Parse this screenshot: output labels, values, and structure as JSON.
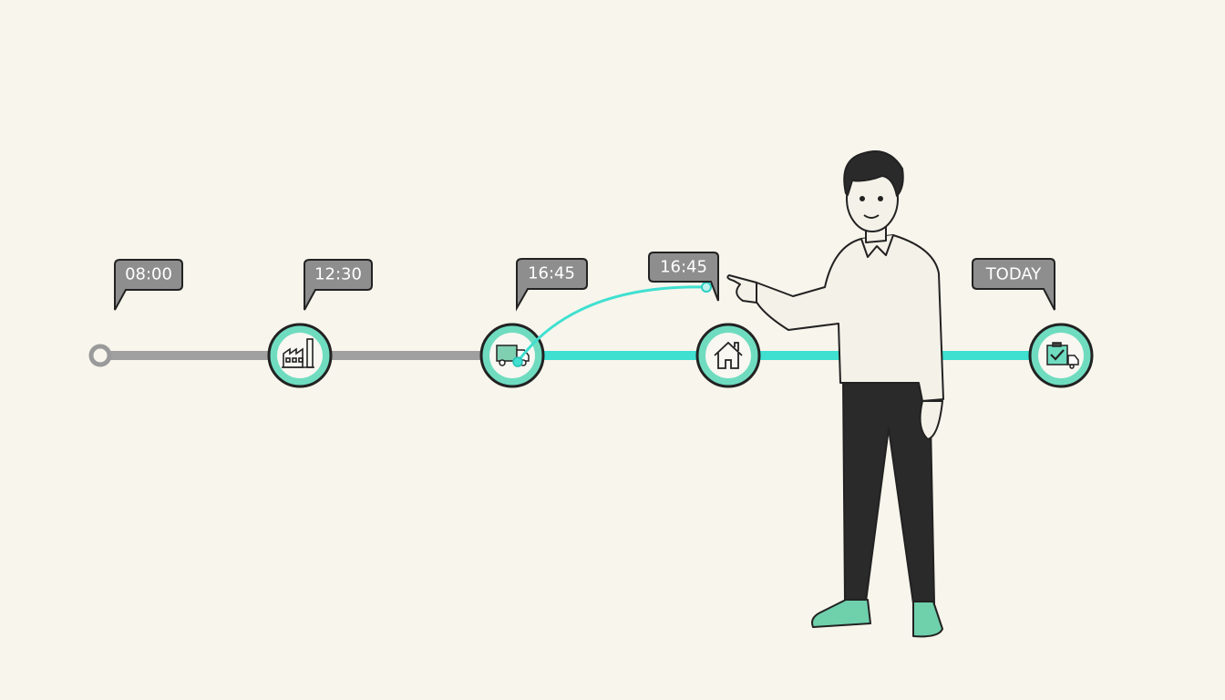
{
  "timeline": {
    "stops": [
      {
        "label": "08:00",
        "icon": "start-dot-icon",
        "status": "completed"
      },
      {
        "label": "12:30",
        "icon": "factory-icon",
        "status": "completed"
      },
      {
        "label": "16:45",
        "icon": "truck-icon",
        "status": "current"
      },
      {
        "label": "16:45",
        "icon": "house-icon",
        "status": "upcoming"
      },
      {
        "label": "TODAY",
        "icon": "clipboard-check-truck-icon",
        "status": "upcoming"
      }
    ]
  },
  "colors": {
    "background": "#f8f5ec",
    "completed_track": "#a0a0a0",
    "active_track": "#3fe0d0",
    "node_ring": "#6fdcc0",
    "bubble": "#8e8e8e",
    "outline": "#222222"
  }
}
